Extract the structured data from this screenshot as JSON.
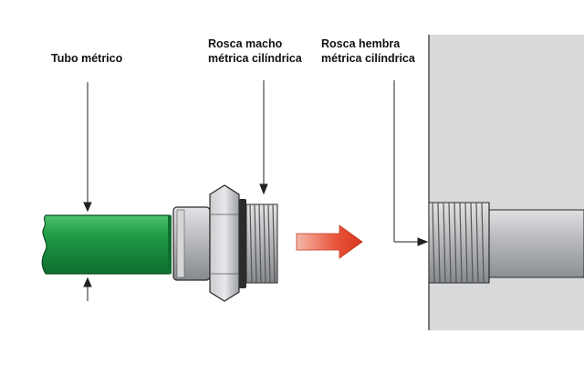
{
  "labels": {
    "tube": "Tubo métrico",
    "male_thread": [
      "Rosca macho",
      "métrica cilíndrica"
    ],
    "female_thread": [
      "Rosca hembra",
      "métrica cilíndrica"
    ]
  },
  "colors": {
    "tube_green": "#1f9a45",
    "arrow_red": "#e0452a",
    "fitting_gray": "#b9bbbd",
    "wall_gray": "#d7d8da",
    "outline": "#2a2a2a"
  }
}
